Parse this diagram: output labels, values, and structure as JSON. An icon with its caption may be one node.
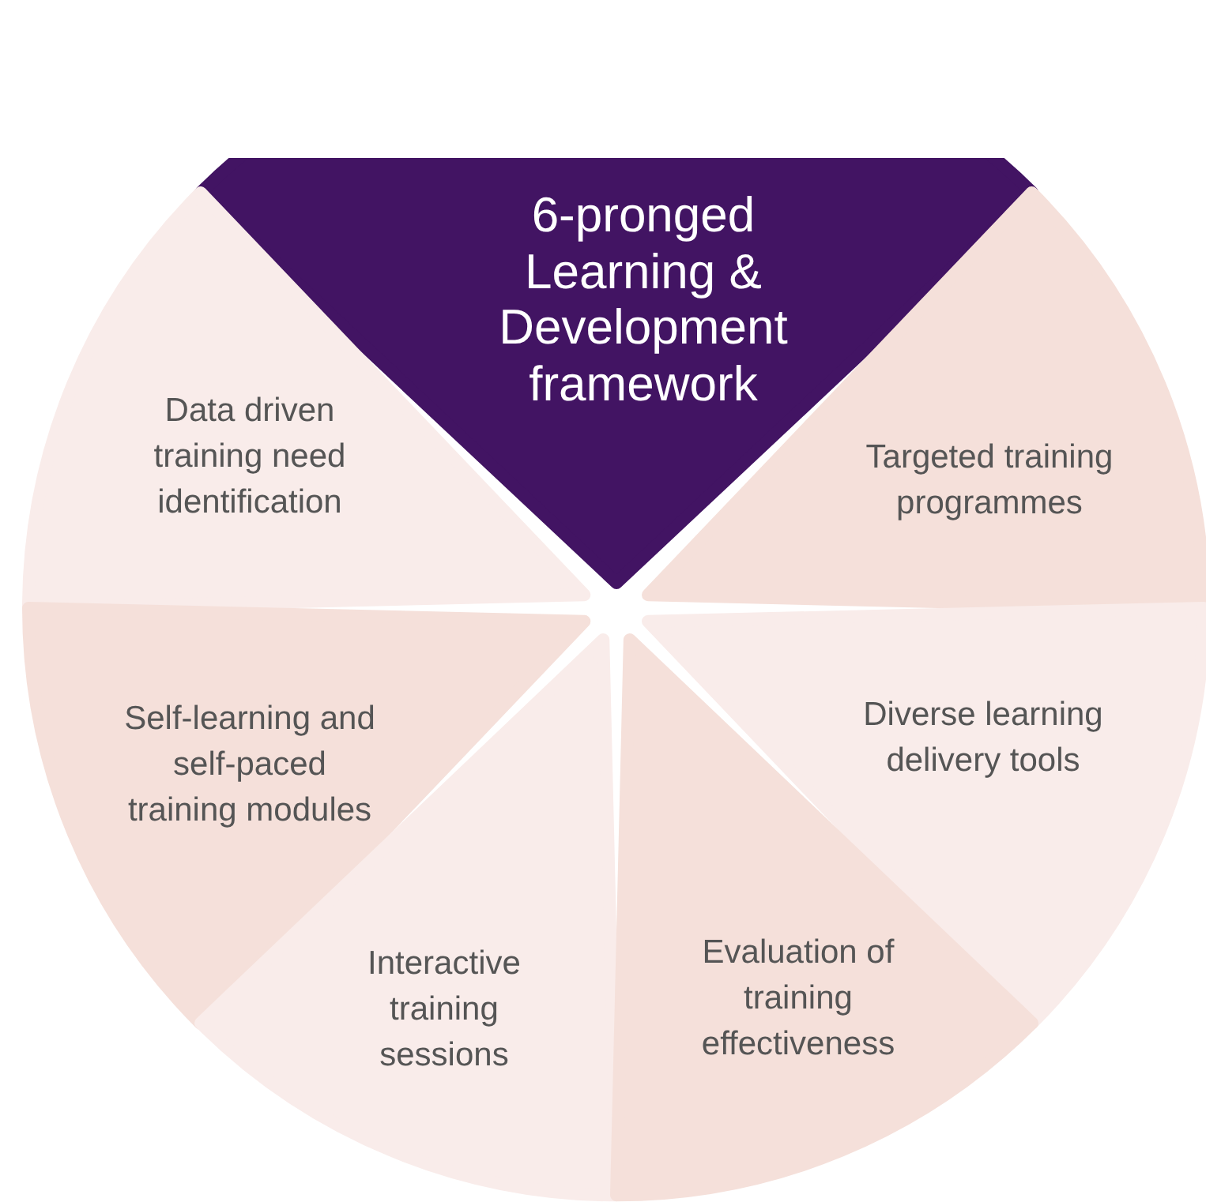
{
  "diagram": {
    "nodes": [
      {
        "text": [
          "6-pronged Learning & Development framework"
        ]
      },
      {
        "text": [
          "Data driven training need identification"
        ]
      },
      {
        "text": [
          "Targeted training programmes"
        ]
      },
      {
        "text": [
          "Self-learning and self-paced training modules"
        ]
      },
      {
        "text": [
          "Diverse learning delivery tools"
        ]
      },
      {
        "text": [
          "Interactive training sessions"
        ]
      },
      {
        "text": [
          "Evaluation of training effectiveness"
        ]
      }
    ]
  }
}
